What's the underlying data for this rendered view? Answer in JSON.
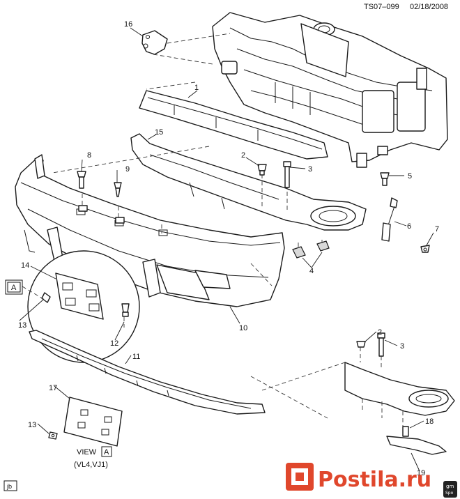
{
  "header": {
    "doc_id": "TS07–099",
    "date": "02/18/2008"
  },
  "view": {
    "marker": "A",
    "title": "VIEW",
    "title_marker": "A",
    "applies_to": "(VL4,VJ1)"
  },
  "callouts": [
    "1",
    "2",
    "3",
    "4",
    "5",
    "6",
    "7",
    "8",
    "9",
    "10",
    "11",
    "12",
    "13",
    "14",
    "15",
    "16",
    "17",
    "18",
    "19",
    "2",
    "3",
    "13"
  ],
  "footer": {
    "initials": "jb",
    "badge_top": "gm",
    "badge_bottom": "Spo"
  },
  "watermark": {
    "brand": "Postila.ru"
  },
  "colors": {
    "line": "#1a1a1a",
    "watermark": "#e0472c"
  }
}
